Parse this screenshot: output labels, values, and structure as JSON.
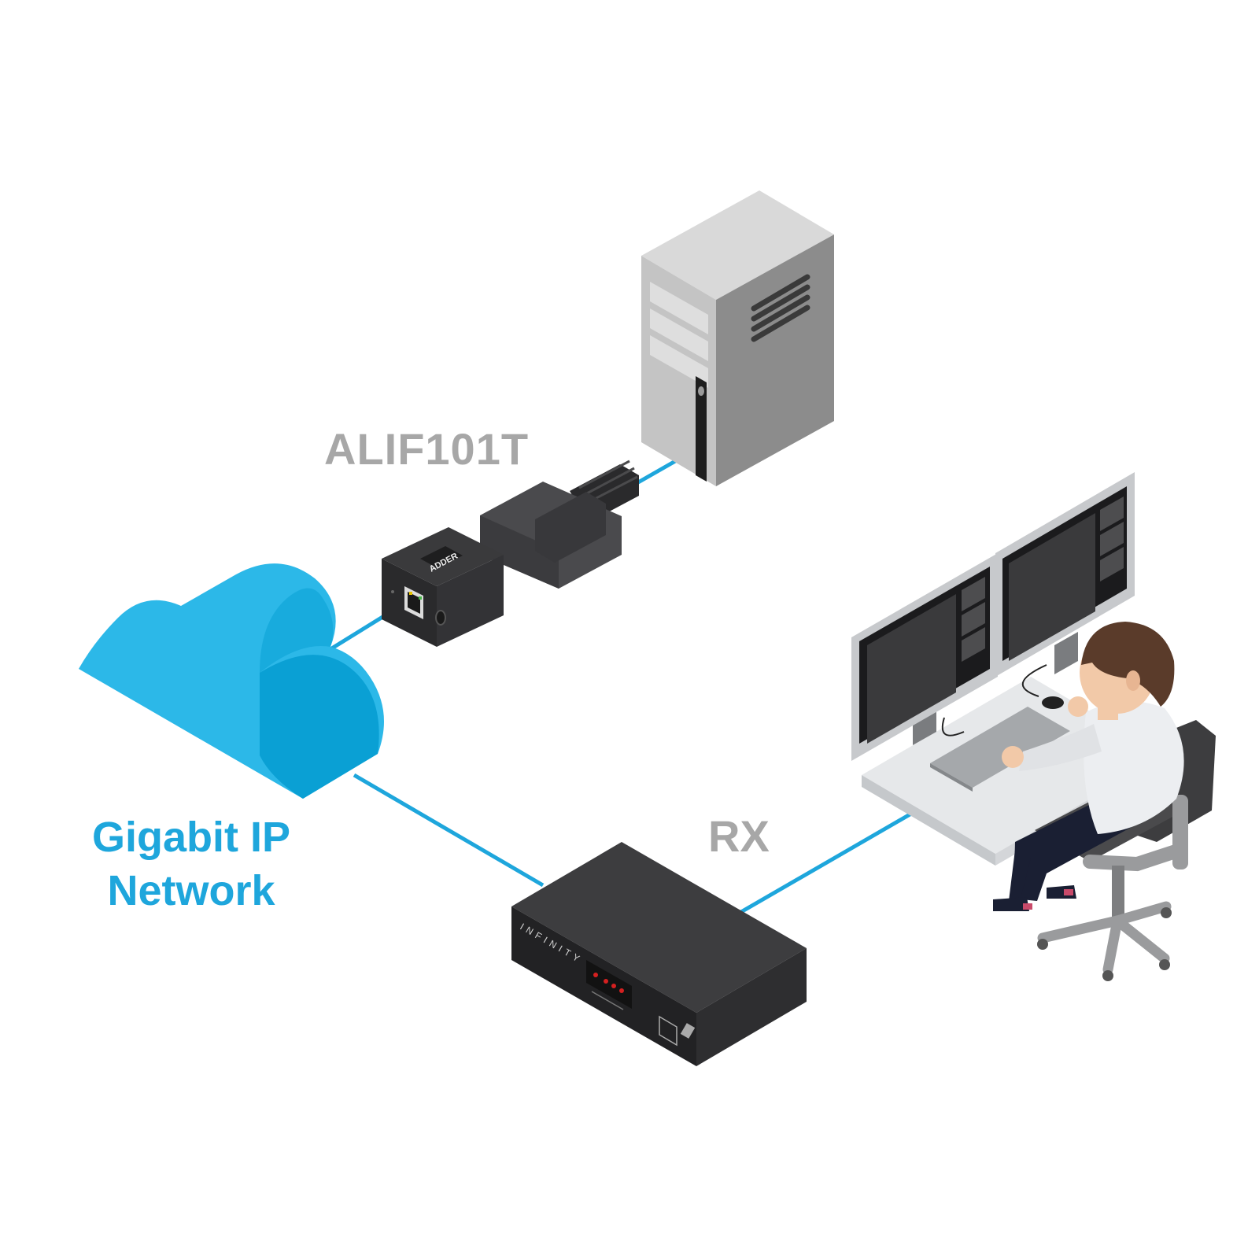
{
  "labels": {
    "transmitter": "ALIF101T",
    "receiver": "RX",
    "network_line1": "Gigabit IP",
    "network_line2": "Network"
  },
  "device_text": {
    "adder_logo": "ADDER",
    "rx_brand": "INFINITY"
  },
  "colors": {
    "network_blue": "#1ea6dc",
    "cloud_light": "#2cb8e8",
    "cloud_dark": "#0aa0d4",
    "label_grey": "#a7a7a7",
    "device_black": "#2b2b2d"
  }
}
